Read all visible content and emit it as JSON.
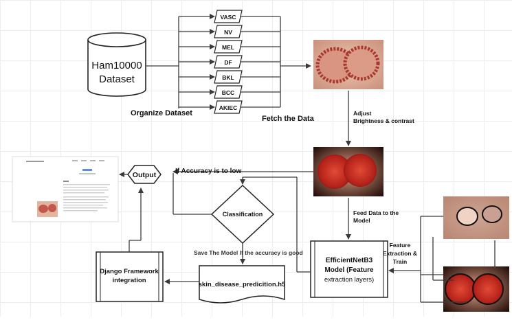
{
  "dataset": {
    "line1": "Ham10000",
    "line2": "Dataset"
  },
  "organize_label": "Organize Dataset",
  "fetch_label": "Fetch  the Data",
  "classes": [
    "VASC",
    "NV",
    "MEL",
    "DF",
    "BKL",
    "BCC",
    "AKIEC"
  ],
  "adjust_label": {
    "line1": "Adjust",
    "line2": "Brightness & contrast"
  },
  "feed_label": {
    "line1": "Feed Data to the",
    "line2": "Model"
  },
  "model_box": {
    "line1": "EfficientNetB3",
    "line2": "Model (Feature",
    "line3": "extraction layers)"
  },
  "feature_label": {
    "line1": "Feature",
    "line2": "Extraction &",
    "line3": "Train"
  },
  "classification_label": "Classification",
  "low_accuracy_label": "If Accuracy is to low",
  "save_label": "Save The Model If the accuracy is good",
  "model_file": "skin_disease_predicition.h5",
  "django_box": {
    "line1": "Django Framework",
    "line2": "integration"
  },
  "output_label": "Output",
  "colors": {
    "arrow": "#3a3a3a",
    "lesion": "#b8322c",
    "skin": "#d9a08a"
  }
}
